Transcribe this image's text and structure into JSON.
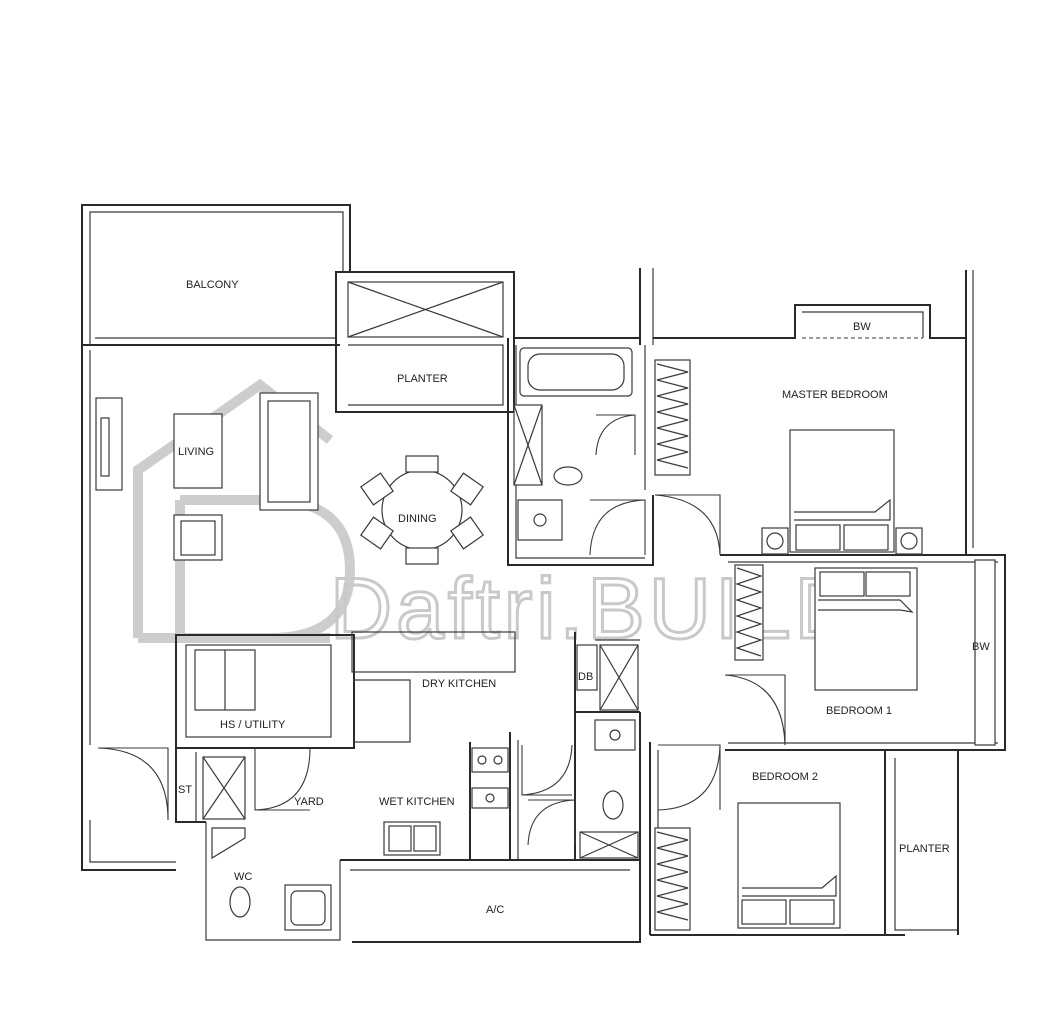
{
  "plan": {
    "rooms": {
      "balcony": "BALCONY",
      "planter_top": "PLANTER",
      "living": "LIVING",
      "dining": "DINING",
      "bw_master": "BW",
      "master_bedroom": "MASTER BEDROOM",
      "bw_bedroom1": "BW",
      "bedroom1": "BEDROOM 1",
      "bedroom2": "BEDROOM 2",
      "planter_right": "PLANTER",
      "dry_kitchen": "DRY KITCHEN",
      "hs_utility": "HS / UTILITY",
      "db": "DB",
      "st": "ST",
      "yard": "YARD",
      "wet_kitchen": "WET KITCHEN",
      "wc": "WC",
      "ac": "A/C"
    },
    "watermark": {
      "brand": "Daftri.BUILD"
    }
  }
}
